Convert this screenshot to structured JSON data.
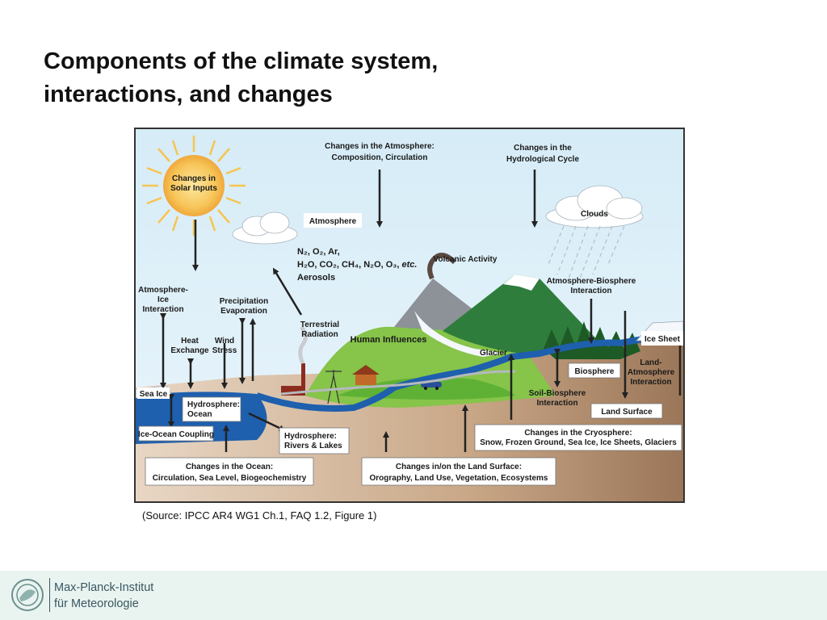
{
  "slide": {
    "title_line1": "Components of the climate system,",
    "title_line2": "interactions, and changes",
    "caption": "(Source: IPCC AR4 WG1 Ch.1, FAQ 1.2, Figure 1)"
  },
  "footer": {
    "institute_line1": "Max-Planck-Institut",
    "institute_line2": "für Meteorologie"
  },
  "diagram": {
    "sun": [
      "Changes in",
      "Solar Inputs"
    ],
    "atm_changes": [
      "Changes in the Atmosphere:",
      "Composition, Circulation"
    ],
    "hydro_cycle": [
      "Changes in the",
      "Hydrological Cycle"
    ],
    "atmosphere": "Atmosphere",
    "clouds": "Clouds",
    "gases_line1": "N₂, O₂, Ar,",
    "gases_line2": "H₂O, CO₂, CH₄, N₂O, O₃,",
    "gases_etc": "etc.",
    "aerosols": "Aerosols",
    "volcanic": "Volcanic Activity",
    "atm_ice": [
      "Atmosphere-",
      "Ice",
      "Interaction"
    ],
    "precip": [
      "Precipitation",
      "Evaporation"
    ],
    "terrestrial": [
      "Terrestrial",
      "Radiation"
    ],
    "atm_bio": [
      "Atmosphere-Biosphere",
      "Interaction"
    ],
    "heat": [
      "Heat",
      "Exchange"
    ],
    "wind": [
      "Wind",
      "Stress"
    ],
    "human": "Human Influences",
    "glacier": "Glacier",
    "ice_sheet": "Ice Sheet",
    "biosphere": "Biosphere",
    "land_atm": [
      "Land-",
      "Atmosphere",
      "Interaction"
    ],
    "sea_ice": "Sea Ice",
    "hydro_ocean": [
      "Hydrosphere:",
      "Ocean"
    ],
    "soil_bio": [
      "Soil-Biosphere",
      "Interaction"
    ],
    "land_surface": "Land Surface",
    "ice_ocean": "Ice-Ocean Coupling",
    "hydro_rivers": [
      "Hydrosphere:",
      "Rivers & Lakes"
    ],
    "cryo": [
      "Changes in the Cryosphere:",
      "Snow, Frozen Ground, Sea Ice, Ice Sheets, Glaciers"
    ],
    "ocean_changes": [
      "Changes in the Ocean:",
      "Circulation, Sea Level, Biogeochemistry"
    ],
    "land_changes": [
      "Changes in/on the Land Surface:",
      "Orography, Land Use, Vegetation, Ecosystems"
    ]
  }
}
